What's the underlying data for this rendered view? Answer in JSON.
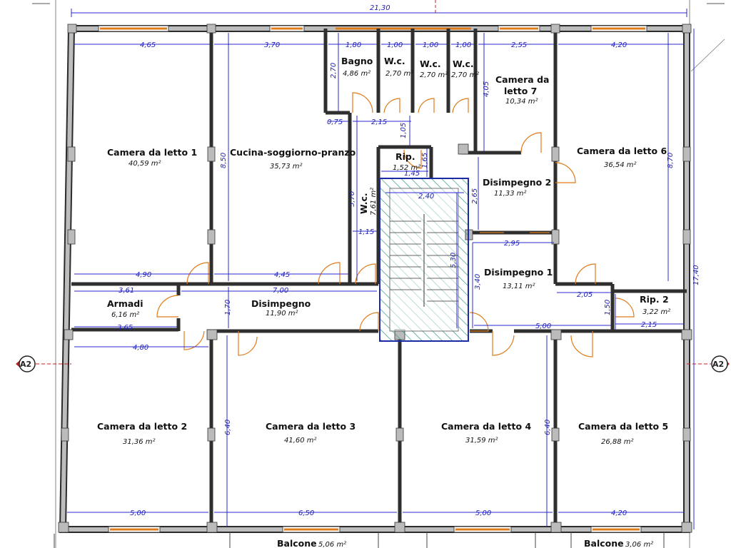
{
  "plan": {
    "overall_width": "21,30",
    "overall_height": "17,40",
    "section_marker": "A2",
    "rooms": [
      {
        "id": "camera1",
        "name": "Camera da letto 1",
        "area": "40,59 m²"
      },
      {
        "id": "cucina",
        "name": "Cucina-soggiorno-pranzo",
        "area": "35,73 m²"
      },
      {
        "id": "bagno",
        "name": "Bagno",
        "area": "4,86 m²"
      },
      {
        "id": "wc1",
        "name": "W.c.",
        "area": "2,70 m²"
      },
      {
        "id": "wc2",
        "name": "W.c.",
        "area": "2,70 m²"
      },
      {
        "id": "wc3",
        "name": "W.c.",
        "area": "2,70 m²"
      },
      {
        "id": "camera7_a",
        "name": "Camera da",
        "area": ""
      },
      {
        "id": "camera7_b",
        "name": "letto 7",
        "area": "10,34 m²"
      },
      {
        "id": "camera6",
        "name": "Camera da letto 6",
        "area": "36,54 m²"
      },
      {
        "id": "rip1",
        "name": "Rip.",
        "area": "1,52 m²"
      },
      {
        "id": "wc4",
        "name": "W.c.",
        "area": "7,61 m²"
      },
      {
        "id": "disimpegno2",
        "name": "Disimpegno 2",
        "area": "11,33 m²"
      },
      {
        "id": "disimpegno1",
        "name": "Disimpegno 1",
        "area": "13,11 m²"
      },
      {
        "id": "rip2",
        "name": "Rip. 2",
        "area": "3,22 m²"
      },
      {
        "id": "armadi",
        "name": "Armadi",
        "area": "6,16 m²"
      },
      {
        "id": "disimpegno",
        "name": "Disimpegno",
        "area": "11,90 m²"
      },
      {
        "id": "camera2",
        "name": "Camera da letto 2",
        "area": "31,36 m²"
      },
      {
        "id": "camera3",
        "name": "Camera da letto 3",
        "area": "41,60 m²"
      },
      {
        "id": "camera4",
        "name": "Camera da letto 4",
        "area": "31,59 m²"
      },
      {
        "id": "camera5",
        "name": "Camera da letto 5",
        "area": "26,88 m²"
      },
      {
        "id": "balcone1",
        "name": "Balcone",
        "area": "5,06 m²"
      },
      {
        "id": "balcone2",
        "name": "Balcone",
        "area": "3,06 m²"
      }
    ],
    "dimensions": [
      "4,65",
      "3,70",
      "1,80",
      "1,00",
      "1,00",
      "1,00",
      "2,55",
      "4,20",
      "2,70",
      "4,05",
      "0,75",
      "2,15",
      "1,05",
      "1,65",
      "1,45",
      "8,50",
      "8,70",
      "2,40",
      "2,65",
      "5,70",
      "1,15",
      "5,30",
      "2,95",
      "4,90",
      "4,45",
      "3,61",
      "7,00",
      "3,40",
      "2,05",
      "1,50",
      "2,15",
      "3,65",
      "1,70",
      "5,00",
      "4,80",
      "6,40",
      "6,40",
      "5,00",
      "6,50",
      "5,00",
      "4,20"
    ]
  },
  "colors": {
    "dimension": "#2a2ad0",
    "door": "#e07b1a",
    "stairs_hatch": "#2e9a8a",
    "stairs_frame": "#1a2aa8"
  }
}
